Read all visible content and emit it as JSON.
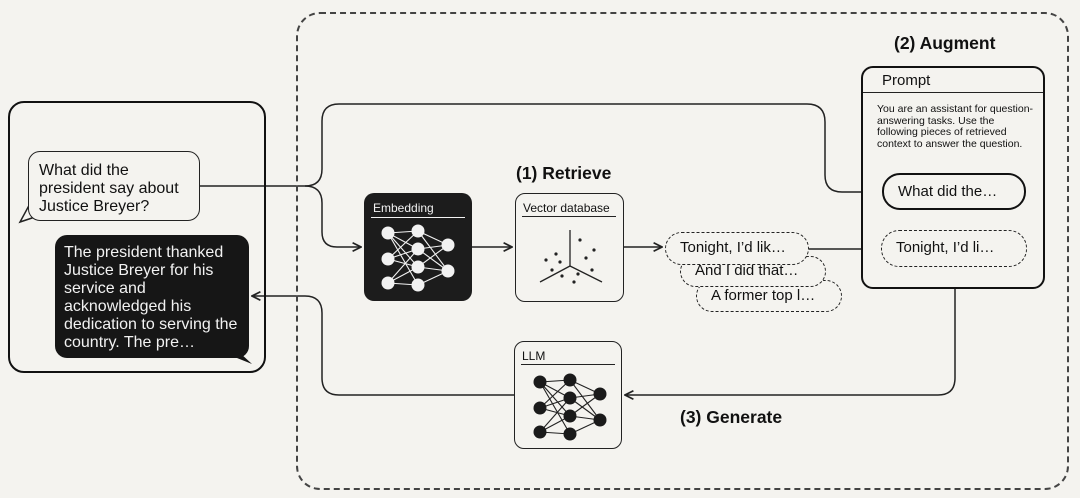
{
  "steps": {
    "retrieve": "(1) Retrieve",
    "augment": "(2) Augment",
    "generate": "(3) Generate"
  },
  "user": {
    "question": "What did the president say about Justice Breyer?",
    "answer": "The president thanked Justice Breyer for his service and acknowledged his dedication to serving the country. The pre…"
  },
  "embedding": {
    "title": "Embedding",
    "icon": "neural-network-icon"
  },
  "vector_db": {
    "title": "Vector database",
    "icon": "vector-scatter-icon"
  },
  "retrieved_chunks": [
    "Tonight, I’d lik…",
    "And I did that…",
    "A former top l…"
  ],
  "prompt": {
    "title": "Prompt",
    "instructions": "You are an assistant for question-answering tasks. Use the following pieces of retrieved context to answer the question.",
    "question_slot": "What did the…",
    "context_slot": "Tonight, I’d li…"
  },
  "llm": {
    "title": "LLM",
    "icon": "neural-network-icon"
  },
  "colors": {
    "background": "#f4f3ef",
    "ink": "#111111",
    "dark_fill": "#1c1c1c"
  }
}
